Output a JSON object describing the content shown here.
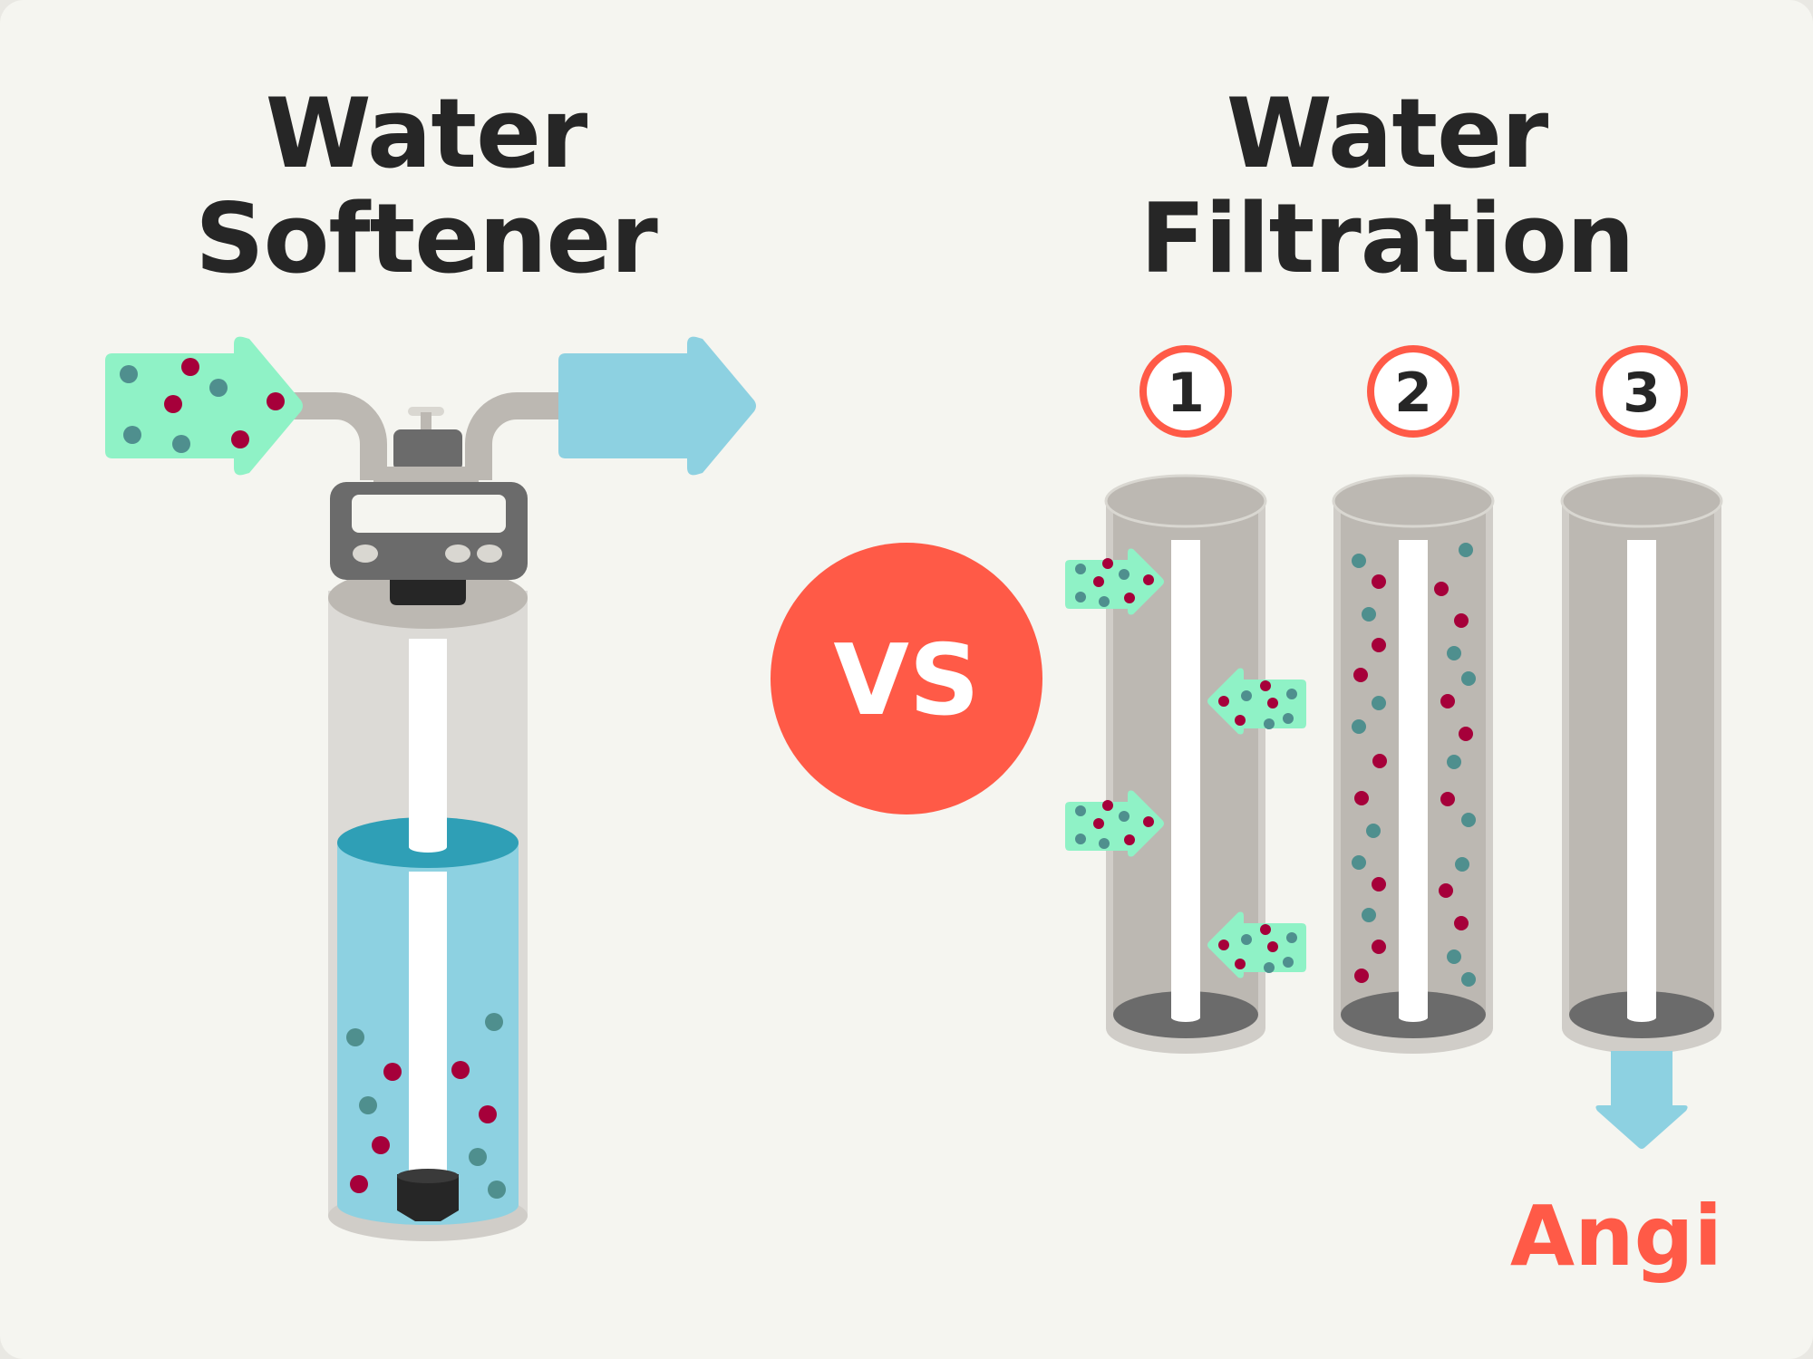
{
  "left": {
    "title_line1": "Water",
    "title_line2": "Softener"
  },
  "right": {
    "title_line1": "Water",
    "title_line2": "Filtration",
    "stages": [
      "1",
      "2",
      "3"
    ]
  },
  "center": {
    "vs_label": "VS"
  },
  "brand": {
    "logo_text": "Angi"
  },
  "colors": {
    "background": "#f5f5f0",
    "accent_red": "#ff5a47",
    "contaminated_water": "#8ff2c6",
    "clean_water": "#8dd1e1",
    "particle_teal": "#4f8f8e",
    "particle_crimson": "#a6003a",
    "tank_gray": "#bcb8b2",
    "text_dark": "#262626"
  },
  "icons": {
    "inflow": "arrow-right-icon",
    "outflow": "arrow-right-icon",
    "filtered_out": "arrow-down-icon"
  }
}
